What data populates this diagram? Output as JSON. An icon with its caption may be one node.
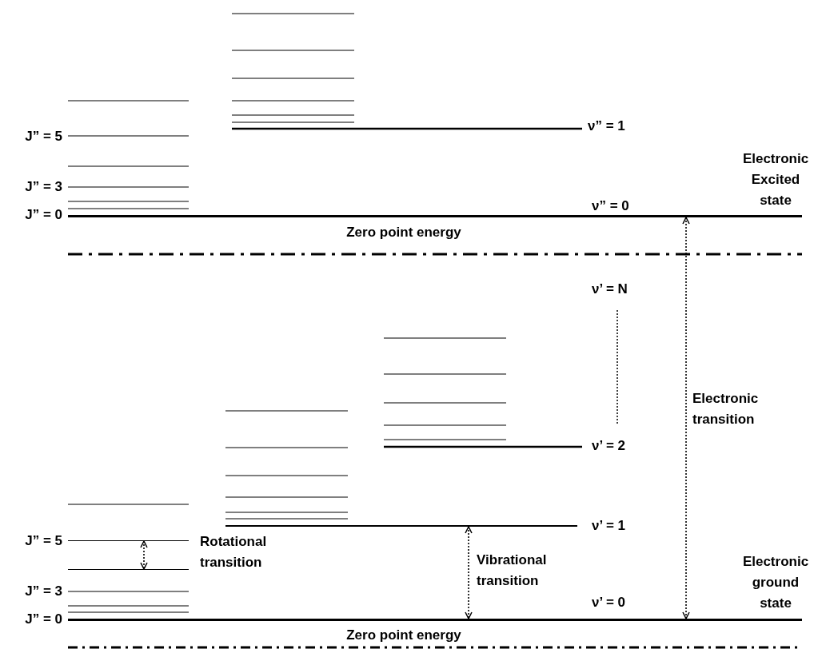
{
  "diagram": {
    "nodes": [
      {
        "text": [],
        "shape": "bar",
        "beside": [
          "Electronic Excited state",
          "J” = 0",
          "ν” = 0",
          "Zero point energy"
        ]
      },
      {
        "text": [],
        "shape": "bar",
        "beside": [
          "ν’ = 1"
        ]
      },
      {
        "text": [],
        "shape": "bar",
        "beside": [
          "J” = 5"
        ]
      },
      {
        "text": [],
        "shape": "bar"
      },
      {
        "text": [],
        "shape": "bar",
        "beside": [
          "Electronic ground state",
          "ν’ = 0",
          "J” = 0",
          "Zero point energy"
        ]
      }
    ],
    "edges": [
      {
        "from": 2,
        "to": 3,
        "arrow": "both"
      },
      {
        "from": 1,
        "to": 4,
        "arrow": "both"
      },
      {
        "from": 0,
        "to": 4,
        "arrow": "both"
      }
    ],
    "labels": [
      "J” = 5",
      "ν” = 1",
      "J” = 3",
      "ν’ = N",
      "Electronic transition",
      "ν’ = 2",
      "Rotational transition",
      "Vibrational transition",
      "J” = 3"
    ]
  }
}
